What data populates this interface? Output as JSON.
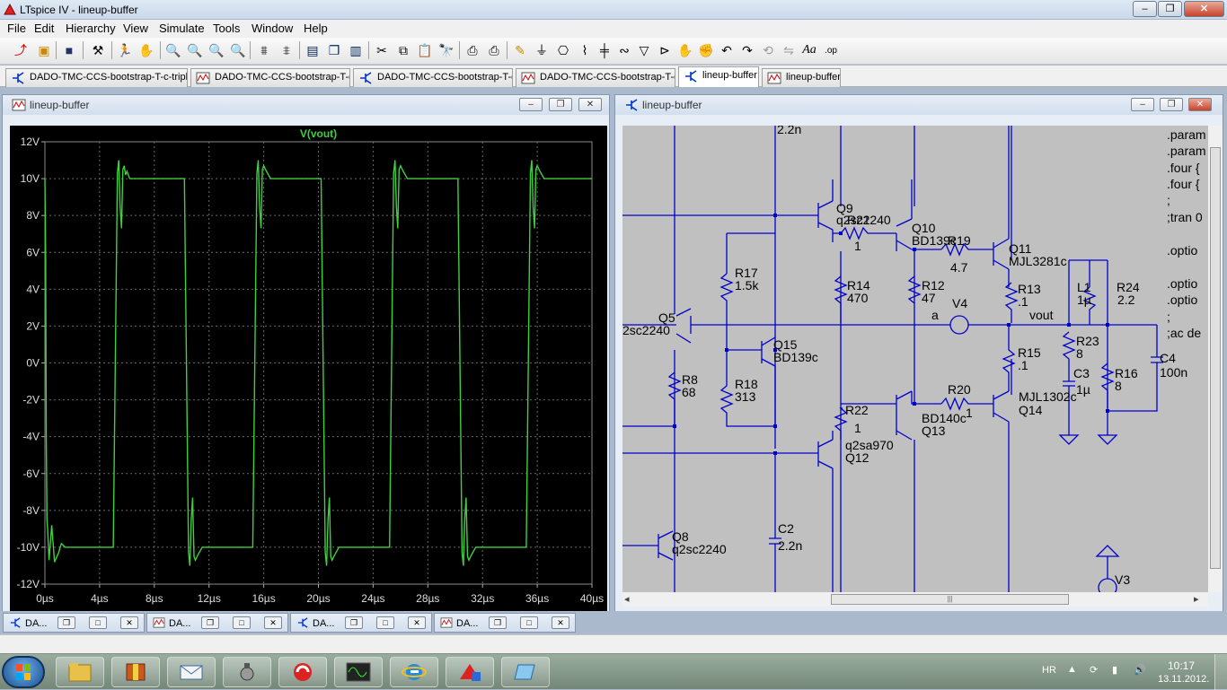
{
  "app": {
    "title": "LTspice IV - lineup-buffer",
    "window_controls": {
      "minimize": "–",
      "restore": "❐",
      "close": "✕"
    }
  },
  "menu": [
    "File",
    "Edit",
    "Hierarchy",
    "View",
    "Simulate",
    "Tools",
    "Window",
    "Help"
  ],
  "toolbar_icons": [
    "new-schematic-icon",
    "open-icon",
    "save-icon",
    "control-panel-icon",
    "run-icon",
    "halt-icon",
    "zoom-in-icon",
    "zoom-pan-icon",
    "zoom-out-icon",
    "zoom-fit-icon",
    "autorange-icon",
    "plot-settings-icon",
    "tile-horizontal-icon",
    "cascade-icon",
    "tile-vertical-icon",
    "cut-icon",
    "copy-icon",
    "paste-icon",
    "find-icon",
    "print-setup-icon",
    "print-icon",
    "draw-wire-icon",
    "ground-icon",
    "label-net-icon",
    "resistor-icon",
    "capacitor-icon",
    "inductor-icon",
    "diode-icon",
    "component-icon",
    "move-icon",
    "drag-icon",
    "undo-icon",
    "redo-icon",
    "rotate-icon",
    "mirror-icon",
    "text-icon",
    "spice-directive-icon"
  ],
  "tabs": [
    {
      "label": "DADO-TMC-CCS-bootstrap-T-c-triple",
      "kind": "schematic"
    },
    {
      "label": "DADO-TMC-CCS-bootstrap-T-d",
      "kind": "waveform"
    },
    {
      "label": "DADO-TMC-CCS-bootstrap-T-d",
      "kind": "schematic"
    },
    {
      "label": "DADO-TMC-CCS-bootstrap-T-d",
      "kind": "waveform"
    },
    {
      "label": "lineup-buffer",
      "kind": "schematic",
      "active": true
    },
    {
      "label": "lineup-buffer",
      "kind": "waveform"
    }
  ],
  "plot_window": {
    "title": "lineup-buffer",
    "buttons": {
      "minimize": "–",
      "restore": "❐",
      "close": "✕"
    }
  },
  "schematic_window": {
    "title": "lineup-buffer",
    "buttons": {
      "minimize": "–",
      "restore": "❐",
      "close": "✕"
    },
    "scroll_grip": "|||",
    "scroll_left": "◂",
    "scroll_right": "▸"
  },
  "chart_data": {
    "type": "line",
    "title": "V(vout)",
    "xlabel": "",
    "ylabel": "",
    "x_unit": "µs",
    "y_unit": "V",
    "xlim": [
      0,
      40
    ],
    "ylim": [
      -12,
      12
    ],
    "x_ticks": [
      "0µs",
      "4µs",
      "8µs",
      "12µs",
      "16µs",
      "20µs",
      "24µs",
      "28µs",
      "32µs",
      "36µs",
      "40µs"
    ],
    "y_ticks": [
      "12V",
      "10V",
      "8V",
      "6V",
      "4V",
      "2V",
      "0V",
      "-2V",
      "-4V",
      "-6V",
      "-8V",
      "-10V",
      "-12V"
    ],
    "grid": true,
    "line_color": "#3fcf3f",
    "series": [
      {
        "name": "V(vout)",
        "x": [
          0,
          0.05,
          0.1,
          0.15,
          0.2,
          0.3,
          0.5,
          0.7,
          1.0,
          1.2,
          1.5,
          5.0,
          5.3,
          5.4,
          5.5,
          5.6,
          5.7,
          5.8,
          5.9,
          6.0,
          6.2,
          6.5,
          10.2,
          10.5,
          10.6,
          10.7,
          10.8,
          10.9,
          11.0,
          11.2,
          11.5,
          15.2,
          15.5,
          15.6,
          15.7,
          15.8,
          15.9,
          16.0,
          16.2,
          16.5,
          20.2,
          20.5,
          20.6,
          20.7,
          20.8,
          20.9,
          21.0,
          21.2,
          21.5,
          25.2,
          25.5,
          25.6,
          25.7,
          25.8,
          25.9,
          26.0,
          26.2,
          26.5,
          30.2,
          30.5,
          30.6,
          30.7,
          30.8,
          30.9,
          31.0,
          31.2,
          31.5,
          35.2,
          35.5,
          35.6,
          35.7,
          35.8,
          35.9,
          36.0,
          36.2,
          36.5,
          40
        ],
        "y": [
          10,
          6,
          -4,
          -8.5,
          -9,
          -10.7,
          -8.8,
          -10.8,
          -10.3,
          -9.8,
          -10,
          -10,
          10.3,
          11,
          8.5,
          7.3,
          10.5,
          10.7,
          10.2,
          10.4,
          10,
          10,
          10,
          -10.3,
          -11,
          -8.5,
          -7.3,
          -10.5,
          -10.7,
          -10.4,
          -10,
          -10,
          10.3,
          11,
          8.5,
          7.3,
          10.5,
          10.7,
          10.4,
          10,
          10,
          -10.3,
          -11,
          -8.5,
          -7.3,
          -10.5,
          -10.7,
          -10.4,
          -10,
          -10,
          10.3,
          11,
          8.5,
          7.3,
          10.5,
          10.7,
          10.4,
          10,
          10,
          -10.3,
          -11,
          -8.5,
          -7.3,
          -10.5,
          -10.7,
          -10.4,
          -10,
          -10,
          10.3,
          11,
          8.5,
          7.3,
          10.5,
          10.7,
          10.4,
          10,
          10
        ]
      }
    ]
  },
  "schematic": {
    "labels": [
      {
        "text": "2.2n"
      },
      {
        "text": "Q9"
      },
      {
        "text": "q2sc2240"
      },
      {
        "text": "R21"
      },
      {
        "text": "1"
      },
      {
        "text": "Q10"
      },
      {
        "text": "BD139c"
      },
      {
        "text": "R19"
      },
      {
        "text": "4.7"
      },
      {
        "text": "Q11"
      },
      {
        "text": "MJL3281c"
      },
      {
        "text": "R17"
      },
      {
        "text": "1.5k"
      },
      {
        "text": "R14"
      },
      {
        "text": "470"
      },
      {
        "text": "R12"
      },
      {
        "text": "47"
      },
      {
        "text": "R13"
      },
      {
        "text": ".1"
      },
      {
        "text": "L1"
      },
      {
        "text": "1µ"
      },
      {
        "text": "R24"
      },
      {
        "text": "2.2"
      },
      {
        "text": "V4"
      },
      {
        "text": "a"
      },
      {
        "text": "vout"
      },
      {
        "text": "Q5"
      },
      {
        "text": "2sc2240"
      },
      {
        "text": "Q15"
      },
      {
        "text": "BD139c"
      },
      {
        "text": "R23"
      },
      {
        "text": "8"
      },
      {
        "text": "C4"
      },
      {
        "text": "100n"
      },
      {
        "text": "R15"
      },
      {
        "text": ".1"
      },
      {
        "text": "R8"
      },
      {
        "text": "68"
      },
      {
        "text": "R18"
      },
      {
        "text": "313"
      },
      {
        "text": "C3"
      },
      {
        "text": "1µ"
      },
      {
        "text": "R16"
      },
      {
        "text": "8"
      },
      {
        "text": "R20"
      },
      {
        "text": "1"
      },
      {
        "text": "MJL1302c"
      },
      {
        "text": "R22"
      },
      {
        "text": "1"
      },
      {
        "text": "BD140c"
      },
      {
        "text": "Q14"
      },
      {
        "text": "Q13"
      },
      {
        "text": "q2sa970"
      },
      {
        "text": "Q12"
      },
      {
        "text": "Q8"
      },
      {
        "text": "q2sc2240"
      },
      {
        "text": "C2"
      },
      {
        "text": "2.2n"
      },
      {
        "text": "V3"
      }
    ],
    "directives": [
      ".param",
      ".param",
      ".four {",
      ".four {",
      ";",
      ";tran 0",
      ".optio",
      ".optio",
      ".optio",
      ";",
      ";ac de"
    ]
  },
  "minimized_windows": [
    {
      "label": "DA...",
      "kind": "schematic"
    },
    {
      "label": "DA...",
      "kind": "waveform"
    },
    {
      "label": "DA...",
      "kind": "schematic"
    },
    {
      "label": "DA...",
      "kind": "waveform"
    }
  ],
  "taskbar": {
    "apps": [
      "explorer-icon",
      "package-icon",
      "mail-icon",
      "graph-tool-icon",
      "antivirus-icon",
      "oscilloscope-icon",
      "internet-explorer-icon",
      "ltspice-icon",
      "notes-icon"
    ],
    "lang": "HR",
    "time": "10:17",
    "date": "13.11.2012."
  }
}
